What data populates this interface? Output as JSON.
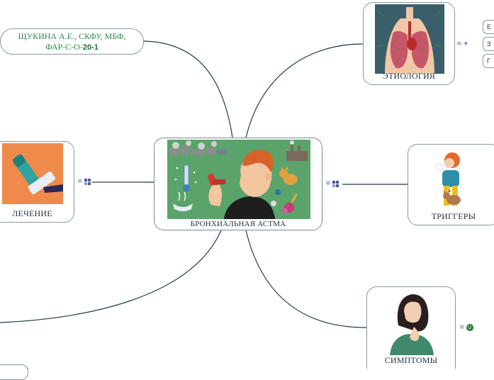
{
  "center": {
    "label": "БРОНХИАЛЬНАЯ АСТМА",
    "image": "asthma-patient-with-inhaler-illustration"
  },
  "author": {
    "line1": "ЩУКИНА А.Е., СКФУ, МБФ,",
    "line2": "ФАР-С-О-",
    "line2_bold": "20-1"
  },
  "nodes": {
    "etiology": {
      "label": "ЭТИОЛОГИЯ",
      "image": "lungs-anatomy-illustration"
    },
    "triggers": {
      "label": "ТРИГГЕРЫ",
      "image": "girl-sneezing-with-cat-illustration"
    },
    "symptoms": {
      "label": "СИМПТОМЫ",
      "image": "woman-coughing-illustration"
    },
    "treatment": {
      "label": "ЛЕЧЕНИЕ",
      "image": "inhaler-illustration"
    }
  },
  "controls": {
    "grip_glyph": "≡",
    "collapse_glyph": "+",
    "badge_text": "U"
  },
  "edge_items": [
    "Е",
    "З",
    "Г"
  ],
  "colors": {
    "line": "#22384f",
    "border": "#8a97a6",
    "author_text": "#2b8a4a",
    "center_bg": "#5aa36a",
    "badge": "#1f7a3a"
  }
}
